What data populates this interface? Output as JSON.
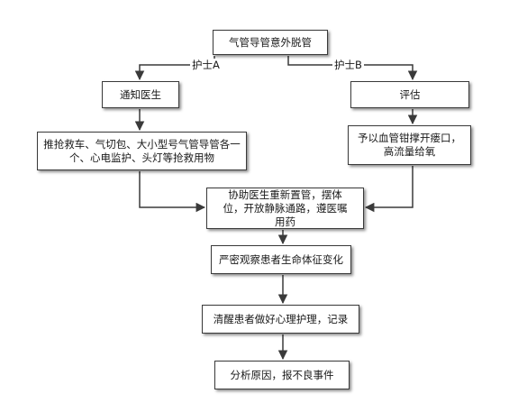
{
  "nodes": {
    "start": "气管导管意外脱管",
    "notify_doctor": "通知医生",
    "assess": "评估",
    "equipment": "推抢救车、气切包、大小型号气管导管各一个、心电监护、头灯等抢救用物",
    "dilate_oxygen": "予以血管钳撑开瘘口，高流量给氧",
    "assist_reintubate": "协助医生重新置管，摆体位，开放静脉通路，遵医嘱用药",
    "observe_vitals": "严密观察患者生命体征变化",
    "psych_care": "清醒患者做好心理护理，记录",
    "analyze_report": "分析原因，报不良事件"
  },
  "edge_labels": {
    "nurse_a": "护士A",
    "nurse_b": "护士B"
  },
  "colors": {
    "line": "#3a3a3a",
    "box_border": "#3a3a3a",
    "text": "#1a1a1a"
  }
}
